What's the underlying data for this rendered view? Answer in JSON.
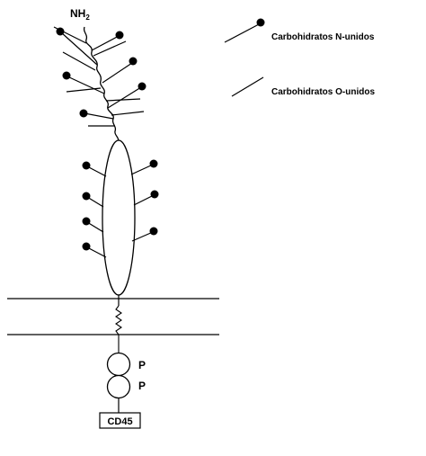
{
  "diagram": {
    "n_terminus": "NH",
    "n_terminus_sub": "2",
    "legend": {
      "n_linked": "Carbohidratos N-unidos",
      "o_linked": "Carbohidratos O-unidos"
    },
    "phospho_1": "P",
    "phospho_2": "P",
    "protein_name": "CD45"
  },
  "colors": {
    "ink": "#000000",
    "background": "#ffffff"
  }
}
